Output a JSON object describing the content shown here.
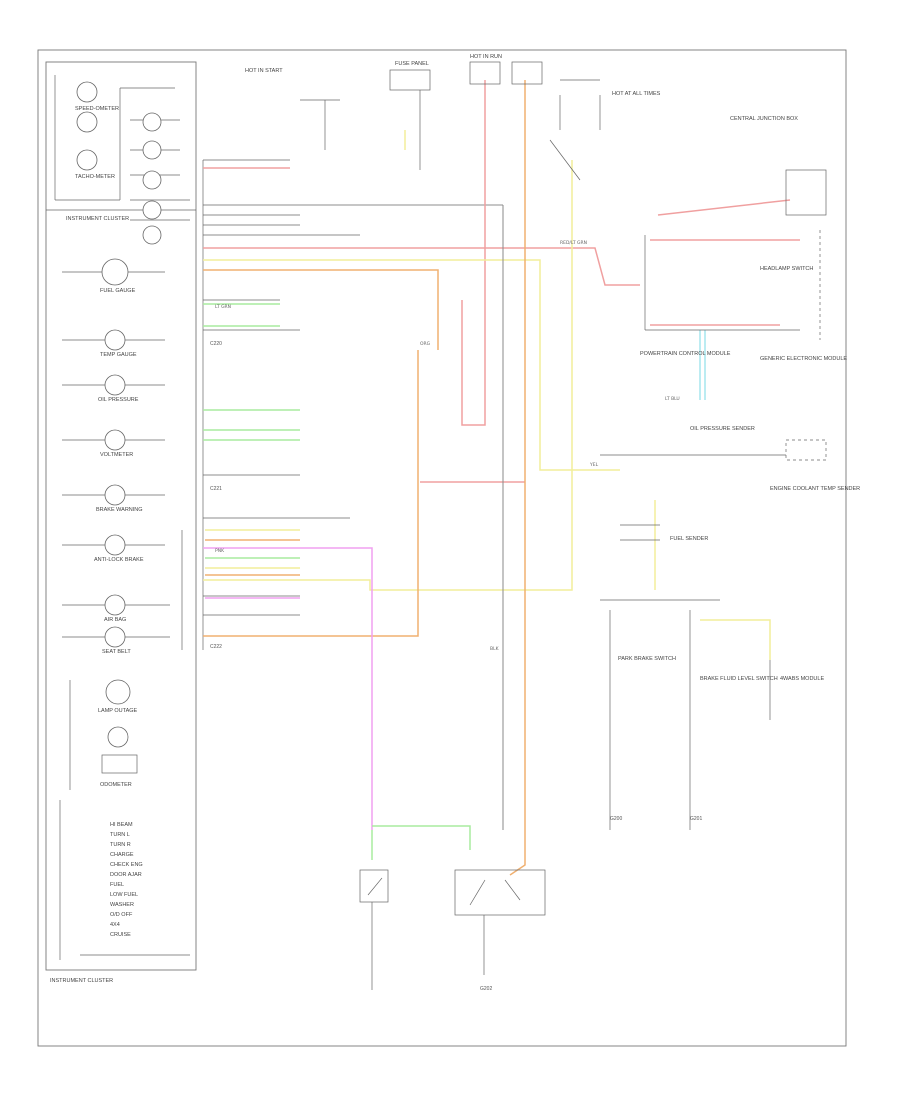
{
  "diagram": {
    "footer_code": "",
    "cluster_label": "INSTRUMENT CLUSTER",
    "cluster_top_label": "INSTRUMENT CLUSTER",
    "warning_module_label": "",
    "components": {
      "speedo": "SPEED-OMETER",
      "tach": "TACHO-METER",
      "fuel": "FUEL GAUGE",
      "temp": "TEMP GAUGE",
      "oil": "OIL PRESSURE",
      "volt": "VOLTMETER",
      "brake": "BRAKE WARNING",
      "abs": "ANTI-LOCK BRAKE",
      "airbag": "AIR BAG",
      "belt": "SEAT BELT",
      "lamp_out": "LAMP OUTAGE",
      "odometer": "ODOMETER"
    },
    "indicator_list": [
      "HI BEAM",
      "TURN L",
      "TURN R",
      "CHARGE",
      "CHECK ENG",
      "DOOR AJAR",
      "FUEL",
      "LOW FUEL",
      "WASHER",
      "O/D OFF",
      "4X4",
      "CRUISE"
    ],
    "connector_labels": {
      "c1": "C220",
      "c2": "C221",
      "c3": "C222"
    },
    "right_blocks": {
      "fuse_panel": "FUSE PANEL",
      "hot_run": "HOT IN RUN",
      "hot_always": "HOT AT ALL TIMES",
      "hot_start": "HOT IN START",
      "relay_box": "CENTRAL JUNCTION BOX",
      "lamp_switch": "HEADLAMP SWITCH",
      "pcm": "POWERTRAIN CONTROL MODULE",
      "gem": "GENERIC ELECTRONIC MODULE",
      "oil_sender": "OIL PRESSURE SENDER",
      "temp_sender": "ENGINE COOLANT TEMP SENDER",
      "fuel_sender": "FUEL SENDER",
      "park_brake": "PARK BRAKE SWITCH",
      "brake_fluid": "BRAKE FLUID LEVEL SWITCH",
      "abs_module": "4WABS MODULE",
      "ground_1": "G200",
      "ground_2": "G201",
      "ground_3": "G202"
    },
    "wire_labels": {
      "w_red_lt_grn": "RED/LT GRN",
      "w_yel": "YEL",
      "w_org": "ORG",
      "w_pink": "PNK",
      "w_lt_grn": "LT GRN",
      "w_cyan": "LT BLU",
      "w_blk": "BLK"
    },
    "colors": {
      "red": "#f0a0a0",
      "pink": "#f0a0f0",
      "orange": "#f0b070",
      "yellow": "#f2ee9a",
      "green": "#a9ec9f",
      "cyan": "#a6e6ee",
      "grey": "#8a8a8a"
    }
  }
}
